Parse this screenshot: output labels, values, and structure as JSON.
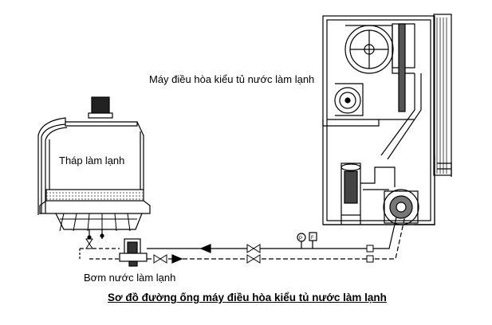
{
  "labels": {
    "ac_unit": "Máy điều hòa kiểu tủ nước làm lạnh",
    "cooling_tower": "Tháp làm lạnh",
    "pump": "Bơm nước làm lạnh"
  },
  "caption": "Sơ đồ đường ống máy điều hòa kiểu tủ nước làm lạnh",
  "gauges": [
    "P",
    "F"
  ],
  "colors": {
    "line": "#000000",
    "background": "#ffffff"
  }
}
